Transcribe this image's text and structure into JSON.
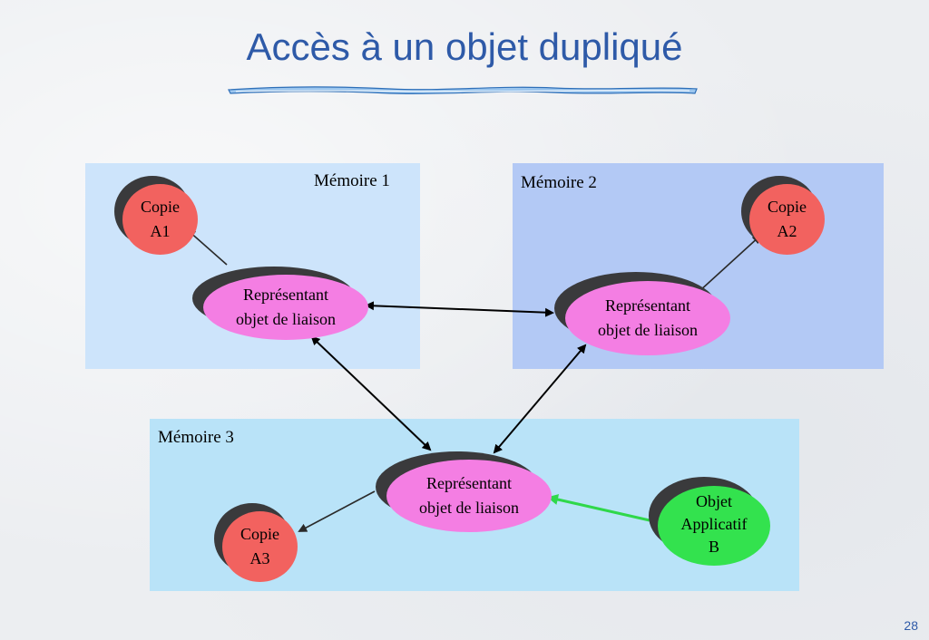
{
  "slide": {
    "title": "Accès à un objet dupliqué",
    "page_number": "28"
  },
  "colors": {
    "title": "#2e5aa8",
    "memory1_bg": "#cde4fb",
    "memory2_bg": "#b3c9f5",
    "memory3_bg": "#b9e3f8",
    "representative_fill": "#f47ee3",
    "copy_fill": "#f2625f",
    "app_object_fill": "#33e24e",
    "shadow": "#3a3a3c",
    "green_arrow": "#2fd84a"
  },
  "memories": [
    {
      "id": "memoire-1",
      "label": "Mémoire 1"
    },
    {
      "id": "memoire-2",
      "label": "Mémoire 2"
    },
    {
      "id": "memoire-3",
      "label": "Mémoire 3"
    }
  ],
  "nodes": {
    "copy_a1": {
      "line1": "Copie",
      "line2": "A1"
    },
    "copy_a2": {
      "line1": "Copie",
      "line2": "A2"
    },
    "copy_a3": {
      "line1": "Copie",
      "line2": "A3"
    },
    "rep_1": {
      "line1": "Représentant",
      "line2": "objet de liaison"
    },
    "rep_2": {
      "line1": "Représentant",
      "line2": "objet de liaison"
    },
    "rep_3": {
      "line1": "Représentant",
      "line2": "objet de liaison"
    },
    "app_b": {
      "line1": "Objet",
      "line2": "Applicatif",
      "line3": "B"
    }
  }
}
